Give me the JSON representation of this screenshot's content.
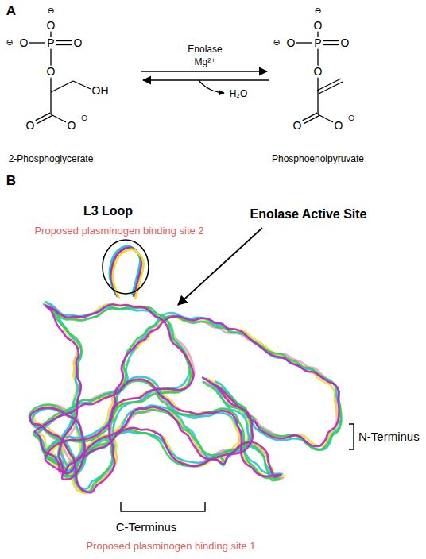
{
  "diagram": {
    "labels": [
      "A",
      "⊖",
      "O",
      "⊖",
      "O",
      "P",
      "O",
      "O",
      "OH",
      "O",
      "O",
      "⊖",
      "2-Phosphoglycerate",
      "Enolase",
      "Mg²⁺",
      "H₂O",
      "⊖",
      "O",
      "⊖",
      "O",
      "P",
      "O",
      "O",
      "O",
      "O",
      "⊖",
      "Phosphoenolpyruvate",
      "B",
      "L3 Loop",
      "Proposed plasminogen binding site 2",
      "Enolase Active Site",
      "N-Terminus",
      "C-Terminus",
      "Proposed plasminogen binding site 1"
    ]
  }
}
